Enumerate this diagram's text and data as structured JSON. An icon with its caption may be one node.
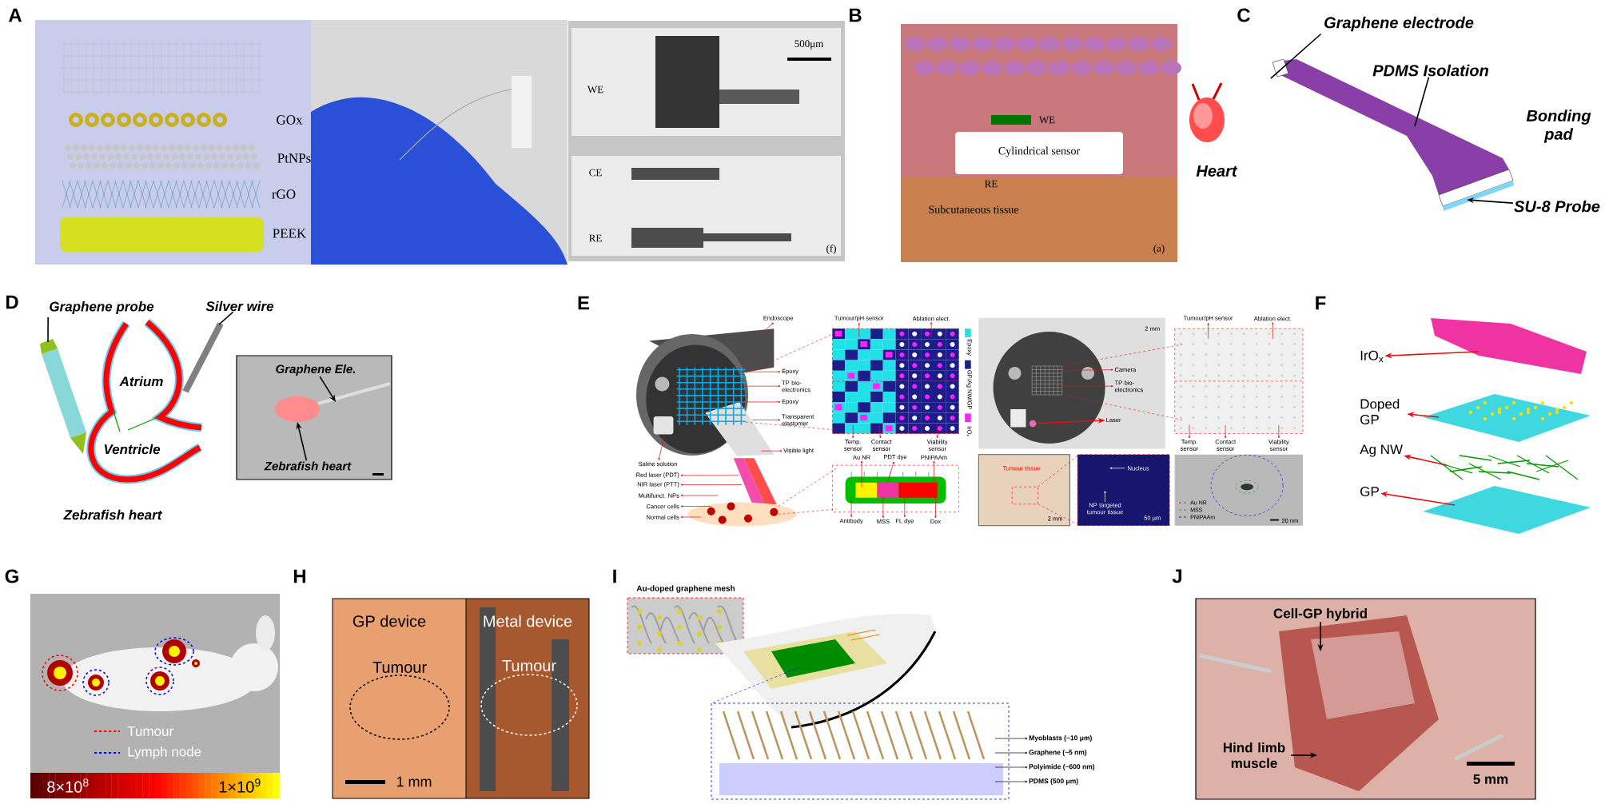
{
  "diagram": {
    "nodes": [
      {
        "text": [
          "Graphene electrode"
        ]
      },
      {
        "text": [
          "PDMS Isolation"
        ]
      },
      {
        "text": [
          "SU-8 Probe"
        ]
      },
      {
        "text": [
          "Graphene probe"
        ]
      },
      {
        "text": [
          "Silver wire"
        ]
      },
      {
        "text": [
          "Graphene Ele."
        ]
      },
      {
        "text": [
          "Zebrafish heart"
        ]
      },
      {
        "text": [
          "Endoscope"
        ]
      },
      {
        "text": [
          "Tumour/pH sensor"
        ]
      },
      {
        "text": [
          "Ablation elect."
        ]
      },
      {
        "text": [
          "Epoxy"
        ]
      },
      {
        "text": [
          "TP bio-electronics"
        ]
      },
      {
        "text": [
          "Epoxy"
        ]
      },
      {
        "text": [
          "Transparent elastomer"
        ]
      },
      {
        "text": [
          "Visible light"
        ]
      },
      {
        "text": [
          "Temp. sensor"
        ]
      },
      {
        "text": [
          "Contact sensor"
        ]
      },
      {
        "text": [
          "Viability sensor"
        ]
      },
      {
        "text": [
          "Au NR"
        ]
      },
      {
        "text": [
          "PDT dye"
        ]
      },
      {
        "text": [
          "PNIPAAm"
        ]
      },
      {
        "text": [
          "Antibody"
        ]
      },
      {
        "text": [
          "MSS"
        ]
      },
      {
        "text": [
          "FL dye"
        ]
      },
      {
        "text": [
          "Dox"
        ]
      },
      {
        "text": [
          "Saline solution"
        ]
      },
      {
        "text": [
          "Red laser (PDT)"
        ]
      },
      {
        "text": [
          "NIR laser (PTT)"
        ]
      },
      {
        "text": [
          "Multifunct. NPs"
        ]
      },
      {
        "text": [
          "Cancer cells"
        ]
      },
      {
        "text": [
          "Normal cells"
        ]
      },
      {
        "text": [
          "Tumour/pH sensor"
        ]
      },
      {
        "text": [
          "Ablation elect."
        ]
      },
      {
        "text": [
          "Camera"
        ],
        "in": 54
      },
      {
        "text": [
          "TP bio-electronics"
        ],
        "in": 54
      },
      {
        "text": [
          "Laser"
        ],
        "in": 54
      },
      {
        "text": [
          "Temp. sensor"
        ]
      },
      {
        "text": [
          "Contact sensor"
        ]
      },
      {
        "text": [
          "Viability sensor"
        ]
      },
      {
        "text": [
          "Nucleus"
        ],
        "in": 59
      },
      {
        "text": [
          "NP targeted tumour tissue"
        ],
        "in": 59
      },
      {
        "text": [
          "IrO$_{x}$"
        ]
      },
      {
        "text": [
          "Doped GP"
        ]
      },
      {
        "text": [
          "Ag NW"
        ]
      },
      {
        "text": [
          "GP"
        ]
      },
      {
        "text": [
          "Myoblasts (~10 μm)"
        ]
      },
      {
        "text": [
          "Graphene (~5 nm)"
        ]
      },
      {
        "text": [
          "Polyimide (~600 nm)"
        ]
      },
      {
        "text": [
          "PDMS (500 μm)"
        ]
      },
      {
        "text": [
          "Cell-GP hybrid"
        ]
      },
      {
        "text": [
          "Hind limb muscle"
        ]
      },
      {
        "text": [],
        "shape": "picture"
      },
      {
        "text": [],
        "shape": "picture"
      },
      {
        "text": [],
        "shape": "picture"
      },
      {
        "text": [],
        "shape": "picture"
      },
      {
        "text": [],
        "shape": "picture"
      },
      {
        "text": [],
        "shape": "picture"
      },
      {
        "text": [],
        "shape": "picture"
      },
      {
        "text": [],
        "shape": "picture"
      },
      {
        "text": [],
        "shape": "picture"
      },
      {
        "text": [],
        "shape": "box"
      },
      {
        "text": [],
        "shape": "picture"
      },
      {
        "text": [],
        "shape": "picture"
      },
      {
        "text": [],
        "shape": "picture",
        "in": 54
      },
      {
        "text": [],
        "shape": "circle",
        "in": 54
      }
    ],
    "edges": [
      {
        "from": 0,
        "to": 60,
        "arrow": "none",
        "color": "#000000"
      },
      {
        "from": 1,
        "to": null,
        "arrow": "none",
        "color": "#000000"
      },
      {
        "from": 2,
        "to": null,
        "arrow": "to",
        "color": "#000000"
      },
      {
        "from": 3,
        "to": 61,
        "arrow": "none",
        "color": "#000000"
      },
      {
        "from": 4,
        "to": 62,
        "arrow": "none",
        "color": "#000000"
      },
      {
        "from": 5,
        "to": null,
        "arrow": "to",
        "color": "#000000"
      },
      {
        "from": 6,
        "to": null,
        "arrow": "to",
        "color": "#000000"
      },
      {
        "from": 51,
        "to": 7,
        "arrow": "to"
      },
      {
        "from": 52,
        "to": 8,
        "arrow": "to"
      },
      {
        "from": 52,
        "to": 9,
        "arrow": "to"
      },
      {
        "from": 51,
        "to": 10,
        "arrow": "to"
      },
      {
        "from": 51,
        "to": 11,
        "arrow": "to"
      },
      {
        "from": 51,
        "to": 12,
        "arrow": "to"
      },
      {
        "from": 51,
        "to": 13,
        "arrow": "to"
      },
      {
        "from": 51,
        "to": 14,
        "arrow": "to"
      },
      {
        "from": 52,
        "to": 15,
        "arrow": "to"
      },
      {
        "from": 52,
        "to": 16,
        "arrow": "to"
      },
      {
        "from": 52,
        "to": 17,
        "arrow": "to"
      },
      {
        "from": 53,
        "to": 18,
        "arrow": "to"
      },
      {
        "from": 53,
        "to": 19,
        "arrow": "to"
      },
      {
        "from": 53,
        "to": 20,
        "arrow": "to"
      },
      {
        "from": 53,
        "to": 21,
        "arrow": "to"
      },
      {
        "from": 53,
        "to": 22,
        "arrow": "to"
      },
      {
        "from": 53,
        "to": 23,
        "arrow": "to"
      },
      {
        "from": 53,
        "to": 24,
        "arrow": "to"
      },
      {
        "from": 51,
        "to": 25,
        "arrow": "to"
      },
      {
        "from": 56,
        "to": 26,
        "arrow": "to"
      },
      {
        "from": 56,
        "to": 27,
        "arrow": "to"
      },
      {
        "from": 56,
        "to": 28,
        "arrow": "to"
      },
      {
        "from": 56,
        "to": 29,
        "arrow": "to"
      },
      {
        "from": 56,
        "to": 30,
        "arrow": "to"
      },
      {
        "from": 55,
        "to": 31,
        "arrow": "to"
      },
      {
        "from": 55,
        "to": 32,
        "arrow": "to"
      },
      {
        "from": 63,
        "to": 33,
        "arrow": "to"
      },
      {
        "from": 63,
        "to": 34,
        "arrow": "to"
      },
      {
        "from": 64,
        "to": 35,
        "arrow": "to"
      },
      {
        "from": 55,
        "to": 36,
        "arrow": "to"
      },
      {
        "from": 55,
        "to": 37,
        "arrow": "to"
      },
      {
        "from": 55,
        "to": 38,
        "arrow": "to"
      },
      {
        "from": 39,
        "to": null,
        "arrow": "to",
        "color": "#ffffff"
      },
      {
        "from": 40,
        "to": null,
        "arrow": "to",
        "color": "#ffffff"
      },
      {
        "from": null,
        "to": 41,
        "arrow": "to"
      },
      {
        "from": null,
        "to": 42,
        "arrow": "to"
      },
      {
        "from": null,
        "to": 43,
        "arrow": "to"
      },
      {
        "from": null,
        "to": 44,
        "arrow": "to"
      },
      {
        "from": 57,
        "to": 45,
        "arrow": "to",
        "color": "#000000"
      },
      {
        "from": 57,
        "to": 46,
        "arrow": "to",
        "color": "#000000"
      },
      {
        "from": 57,
        "to": 47,
        "arrow": "to",
        "color": "#000000"
      },
      {
        "from": 57,
        "to": 48,
        "arrow": "to",
        "color": "#000000"
      },
      {
        "from": 49,
        "to": null,
        "arrow": "to",
        "color": "#000000"
      },
      {
        "from": 50,
        "to": null,
        "arrow": "to",
        "color": "#000000"
      },
      {
        "from": 51,
        "to": 52,
        "arrow": "none",
        "style": "dashed"
      },
      {
        "from": 51,
        "to": 52,
        "arrow": "none",
        "style": "dashed"
      },
      {
        "from": 56,
        "to": 53,
        "arrow": "none",
        "style": "dashed"
      },
      {
        "from": 56,
        "to": 53,
        "arrow": "none",
        "style": "dashed"
      },
      {
        "from": 63,
        "to": 55,
        "arrow": "none",
        "style": "dashed"
      },
      {
        "from": 63,
        "to": 55,
        "arrow": "none",
        "style": "dashed"
      },
      {
        "from": 58,
        "to": 59,
        "arrow": "none",
        "style": "dashed"
      },
      {
        "from": 58,
        "to": 59,
        "arrow": "none",
        "style": "dashed"
      }
    ],
    "labels": [
      "A",
      "GOx",
      "PtNPs",
      "rGO",
      "PEEK",
      "500μm",
      "WE",
      "CE",
      "RE",
      "(f)",
      "B",
      "WE",
      "Cylindrical sensor",
      "RE",
      "Subcutaneous tissue",
      "(a)",
      "C",
      "Heart",
      "Bonding pad",
      "D",
      "Atrium",
      "Ventricle",
      "Zebrafish heart",
      "E",
      "2 mm",
      "Tumour tissue",
      "2 mm",
      "50 µm",
      "20 nm",
      "F",
      "G",
      "8×10$^{8}$",
      "1×10$^{9}$",
      "H",
      "GP device",
      "Metal device",
      "Tumour",
      "Tumour",
      "1 mm",
      "I",
      "Au-doped graphene mesh",
      "J",
      "5 mm"
    ],
    "legend": [
      {
        "text": "Epoxy",
        "color": "#22e0e8"
      },
      {
        "text": "GP/Ag NW/GP",
        "color": "#1c1c8a"
      },
      {
        "text": "IrO$_{x}$",
        "color": "#ff22ff"
      },
      {
        "text": "Au NR"
      },
      {
        "text": "MSS"
      },
      {
        "text": "PNIPAAm"
      },
      {
        "text": "Tumour"
      },
      {
        "text": "Lymph node"
      }
    ]
  }
}
